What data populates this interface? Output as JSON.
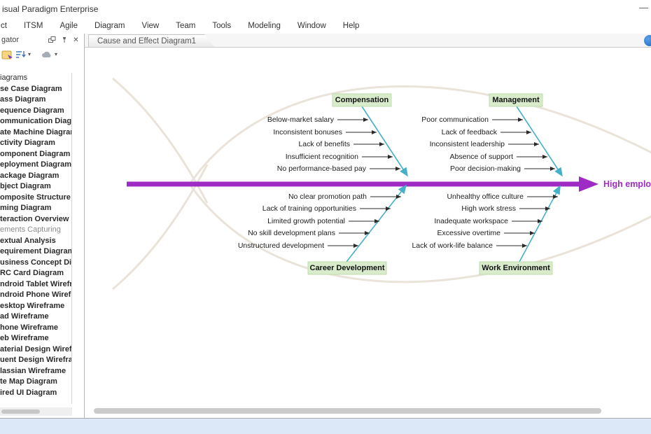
{
  "window": {
    "title": "isual Paradigm Enterprise",
    "minimize_glyph": "—"
  },
  "menubar": {
    "items": [
      "ct",
      "ITSM",
      "Agile",
      "Diagram",
      "View",
      "Team",
      "Tools",
      "Modeling",
      "Window",
      "Help"
    ]
  },
  "navigator": {
    "title": "gator",
    "tree": [
      {
        "label": "iagrams",
        "class": "plain"
      },
      {
        "label": "se Case Diagram"
      },
      {
        "label": "ass Diagram"
      },
      {
        "label": "equence Diagram"
      },
      {
        "label": "ommunication Diagra"
      },
      {
        "label": "ate Machine Diagram"
      },
      {
        "label": "ctivity Diagram"
      },
      {
        "label": "omponent Diagram"
      },
      {
        "label": "eployment Diagram"
      },
      {
        "label": "ackage Diagram"
      },
      {
        "label": "bject Diagram"
      },
      {
        "label": "omposite Structure D"
      },
      {
        "label": "ming Diagram"
      },
      {
        "label": "teraction Overview"
      },
      {
        "label": "ements Capturing",
        "class": "muted"
      },
      {
        "label": "extual Analysis"
      },
      {
        "label": "equirement Diagram"
      },
      {
        "label": "usiness Concept Diag"
      },
      {
        "label": "RC Card Diagram"
      },
      {
        "label": "ndroid Tablet Wirefra"
      },
      {
        "label": "ndroid Phone Wirefra"
      },
      {
        "label": "esktop Wireframe"
      },
      {
        "label": "ad Wireframe"
      },
      {
        "label": "hone Wireframe"
      },
      {
        "label": "eb Wireframe"
      },
      {
        "label": "aterial Design Wirefr"
      },
      {
        "label": "uent Design Wirefra"
      },
      {
        "label": "lassian Wireframe"
      },
      {
        "label": "te Map Diagram"
      },
      {
        "label": "ired UI Diagram"
      }
    ]
  },
  "tabs": {
    "active": "Cause and Effect Diagram1"
  },
  "diagram": {
    "type": "fishbone",
    "effect": "High employe",
    "colors": {
      "spine": "#9d2bc4",
      "bone": "#45b0c8",
      "category_bg": "#d8eccb",
      "category_border": "#bfdcab"
    },
    "branches": [
      {
        "name": "Compensation",
        "position": "top-left",
        "causes": [
          "Below-market salary",
          "Inconsistent bonuses",
          "Lack of benefits",
          "Insufficient recognition",
          "No performance-based pay"
        ]
      },
      {
        "name": "Management",
        "position": "top-right",
        "causes": [
          "Poor communication",
          "Lack of feedback",
          "Inconsistent leadership",
          "Absence of support",
          "Poor decision-making"
        ]
      },
      {
        "name": "Career Development",
        "position": "bottom-left",
        "causes": [
          "No clear promotion path",
          "Lack of training opportunities",
          "Limited growth potential",
          "No skill development plans",
          "Unstructured development"
        ]
      },
      {
        "name": "Work Environment",
        "position": "bottom-right",
        "causes": [
          "Unhealthy office culture",
          "High work stress",
          "Inadequate workspace",
          "Excessive overtime",
          "Lack of work-life balance"
        ]
      }
    ]
  },
  "icons": {
    "caret_down": "▾",
    "close": "✕"
  }
}
